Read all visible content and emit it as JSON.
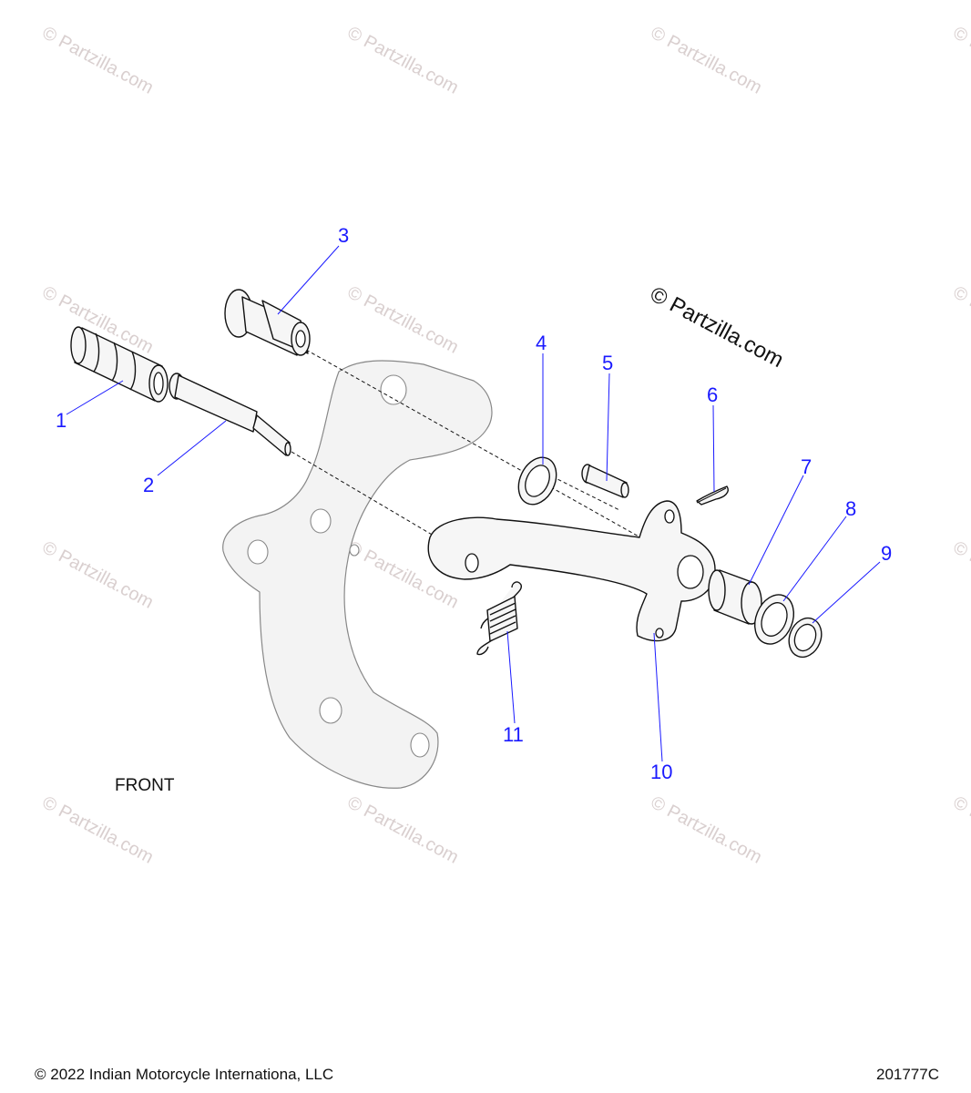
{
  "watermark_text": "© Partzilla.com",
  "front_label": "FRONT",
  "copyright": "© 2022 Indian Motorcycle Internationa, LLC",
  "diagram_id": "201777C",
  "callouts": [
    "1",
    "2",
    "3",
    "4",
    "5",
    "6",
    "7",
    "8",
    "9",
    "10",
    "11"
  ],
  "colors": {
    "callout": "#1a1aff",
    "watermark": "#d9cfcf",
    "line": "#111111"
  }
}
